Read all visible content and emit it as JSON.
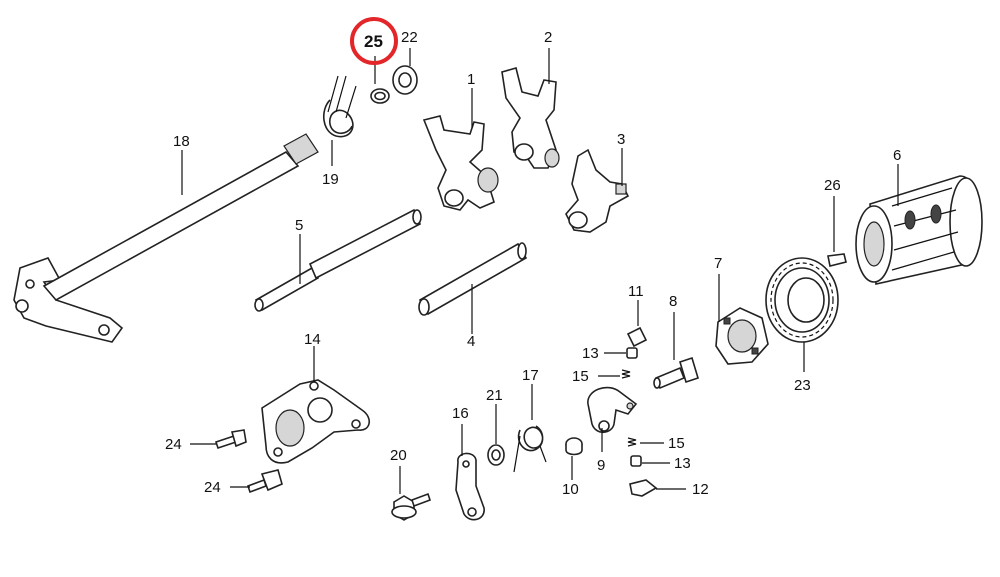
{
  "highlight": {
    "label": "25",
    "color": "#e3262a"
  },
  "labels": {
    "p1": "1",
    "p2": "2",
    "p3": "3",
    "p4": "4",
    "p5": "5",
    "p6": "6",
    "p7": "7",
    "p8": "8",
    "p9": "9",
    "p10": "10",
    "p11": "11",
    "p12": "12",
    "p13a": "13",
    "p13b": "13",
    "p14": "14",
    "p15a": "15",
    "p15b": "15",
    "p16": "16",
    "p17": "17",
    "p18": "18",
    "p19": "19",
    "p20": "20",
    "p21": "21",
    "p22": "22",
    "p23": "23",
    "p24a": "24",
    "p24b": "24",
    "p26": "26"
  }
}
